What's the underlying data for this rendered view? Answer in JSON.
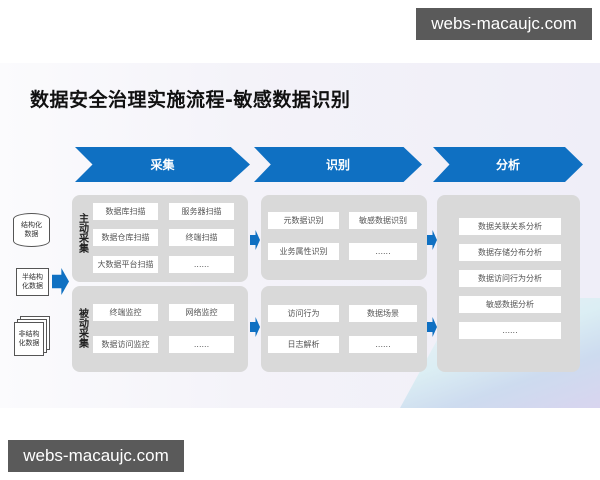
{
  "watermark": {
    "top": "webs-macaujc.com",
    "bottom": "webs-macaujc.com"
  },
  "title": "数据安全治理实施流程-敏感数据识别",
  "colors": {
    "accent": "#0f70c2",
    "group_bg": "#d9d9d9",
    "item_bg": "#ffffff"
  },
  "sources": [
    {
      "label": "结构化数据",
      "shape": "database-cylinder"
    },
    {
      "label": "半结构化数据",
      "shape": "box"
    },
    {
      "label": "非结构化数据",
      "shape": "stacked-documents"
    }
  ],
  "stages": [
    {
      "label": "采集",
      "groups": [
        {
          "label": "主动采集",
          "items": [
            "数据库扫描",
            "服务器扫描",
            "数据仓库扫描",
            "终端扫描",
            "大数据平台扫描",
            "......"
          ]
        },
        {
          "label": "被动采集",
          "items": [
            "终端监控",
            "网络监控",
            "数据访问监控",
            "......"
          ]
        }
      ]
    },
    {
      "label": "识别",
      "groups": [
        {
          "label": "",
          "items": [
            "元数据识别",
            "敏感数据识别",
            "业务属性识别",
            "......"
          ]
        },
        {
          "label": "",
          "items": [
            "访问行为",
            "数据场景",
            "日志解析",
            "......"
          ]
        }
      ]
    },
    {
      "label": "分析",
      "groups": [
        {
          "label": "",
          "items": [
            "数据关联关系分析",
            "数据存储分布分析",
            "数据访问行为分析",
            "敏感数据分析",
            "......"
          ]
        }
      ]
    }
  ]
}
